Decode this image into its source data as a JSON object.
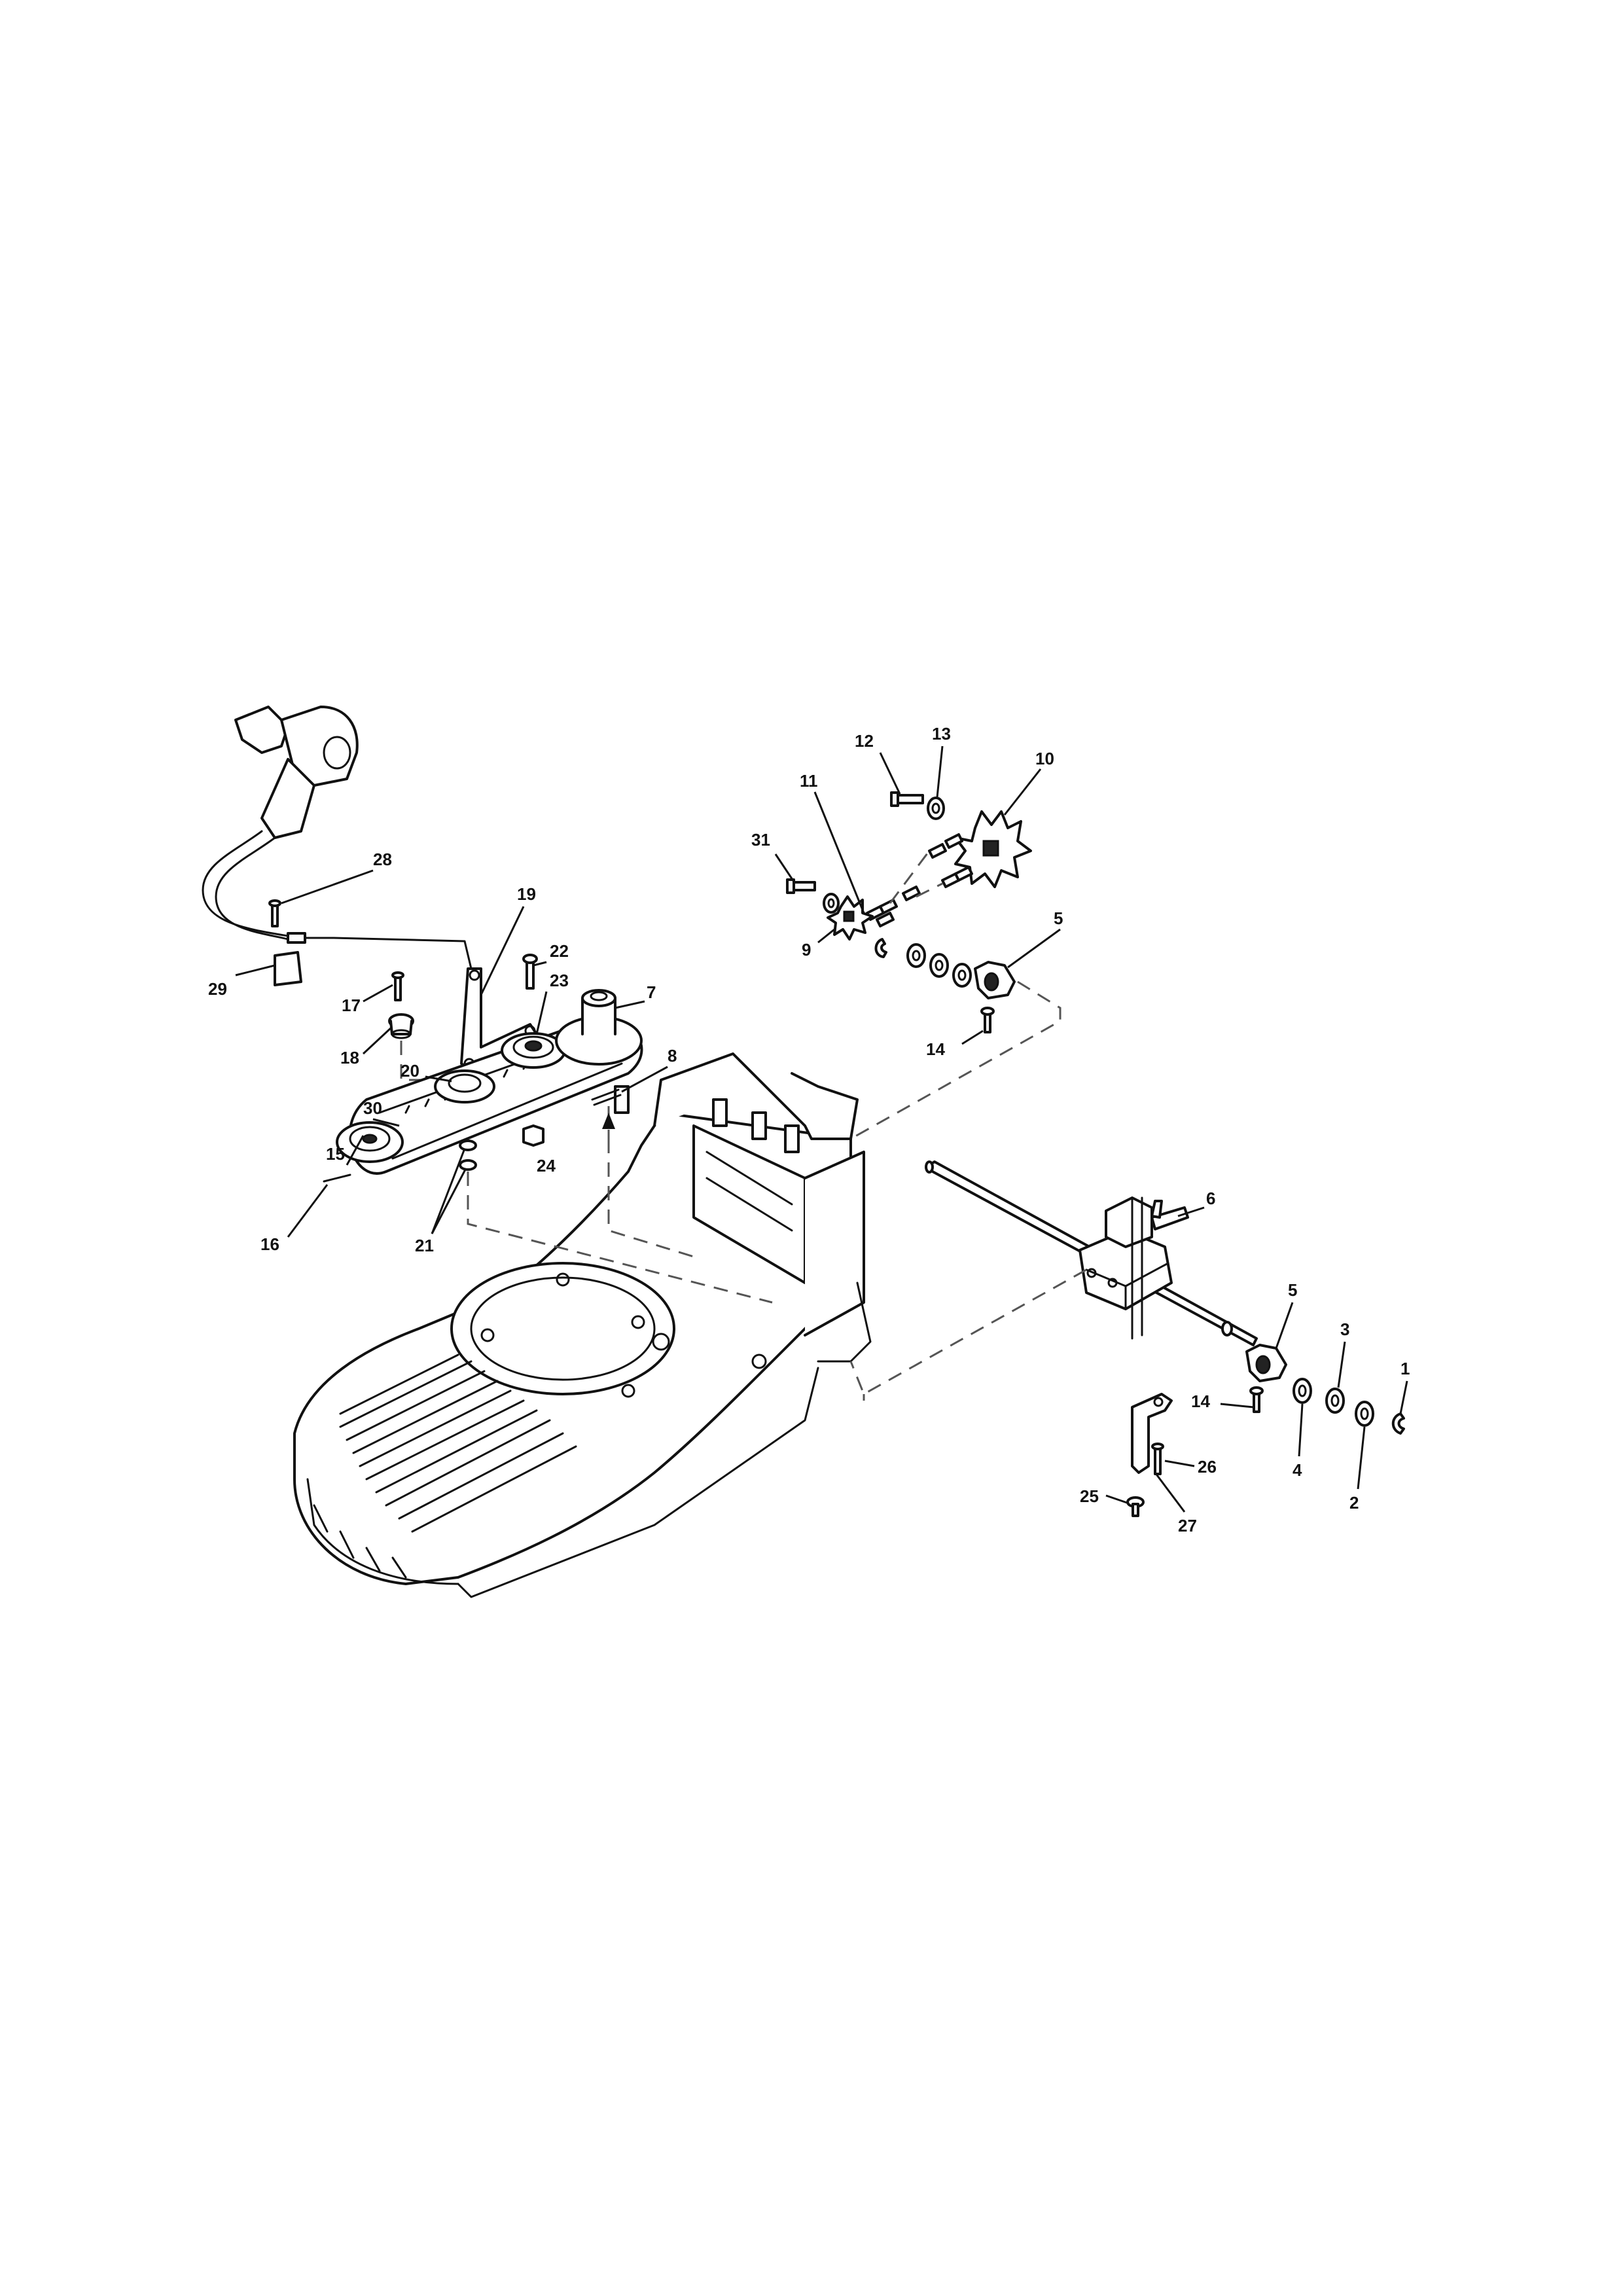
{
  "callouts": {
    "c1": "1",
    "c2": "2",
    "c3": "3",
    "c4": "4",
    "c5a": "5",
    "c5b": "5",
    "c6": "6",
    "c7": "7",
    "c8": "8",
    "c9": "9",
    "c10": "10",
    "c11": "11",
    "c12": "12",
    "c13": "13",
    "c14a": "14",
    "c14b": "14",
    "c15": "15",
    "c16": "16",
    "c17": "17",
    "c18": "18",
    "c19": "19",
    "c20": "20",
    "c21": "21",
    "c22": "22",
    "c23": "23",
    "c24": "24",
    "c25": "25",
    "c26": "26",
    "c27": "27",
    "c28": "28",
    "c29": "29",
    "c30": "30",
    "c31": "31"
  }
}
